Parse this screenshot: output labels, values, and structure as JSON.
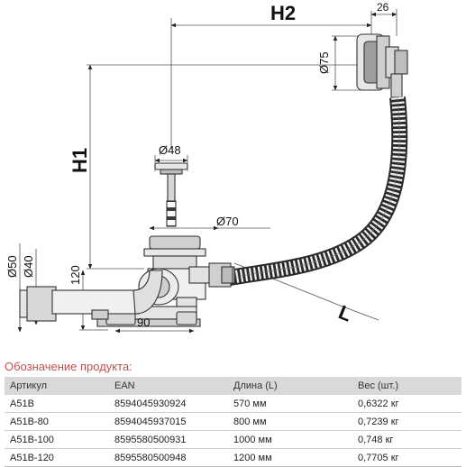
{
  "dimensions": {
    "h1": "H1",
    "h2": "H2",
    "d26": "26",
    "d75": "Ø75",
    "d48": "Ø48",
    "d70": "Ø70",
    "d50": "Ø50",
    "d40": "Ø40",
    "d120": "120",
    "d90": "90",
    "length": "L"
  },
  "product": {
    "title": "Обозначение продукта:",
    "columns": [
      "Артикул",
      "EAN",
      "Длина (L)",
      "Вес (шт.)"
    ],
    "rows": [
      [
        "A51B",
        "8594045930924",
        "570 мм",
        "0,6322 кг"
      ],
      [
        "A51B-80",
        "8594045937015",
        "800 мм",
        "0,7239 кг"
      ],
      [
        "A51B-100",
        "8595580500931",
        "1000 мм",
        "0,748 кг"
      ],
      [
        "A51B-120",
        "8595580500948",
        "1200 мм",
        "0,7705 кг"
      ]
    ]
  }
}
